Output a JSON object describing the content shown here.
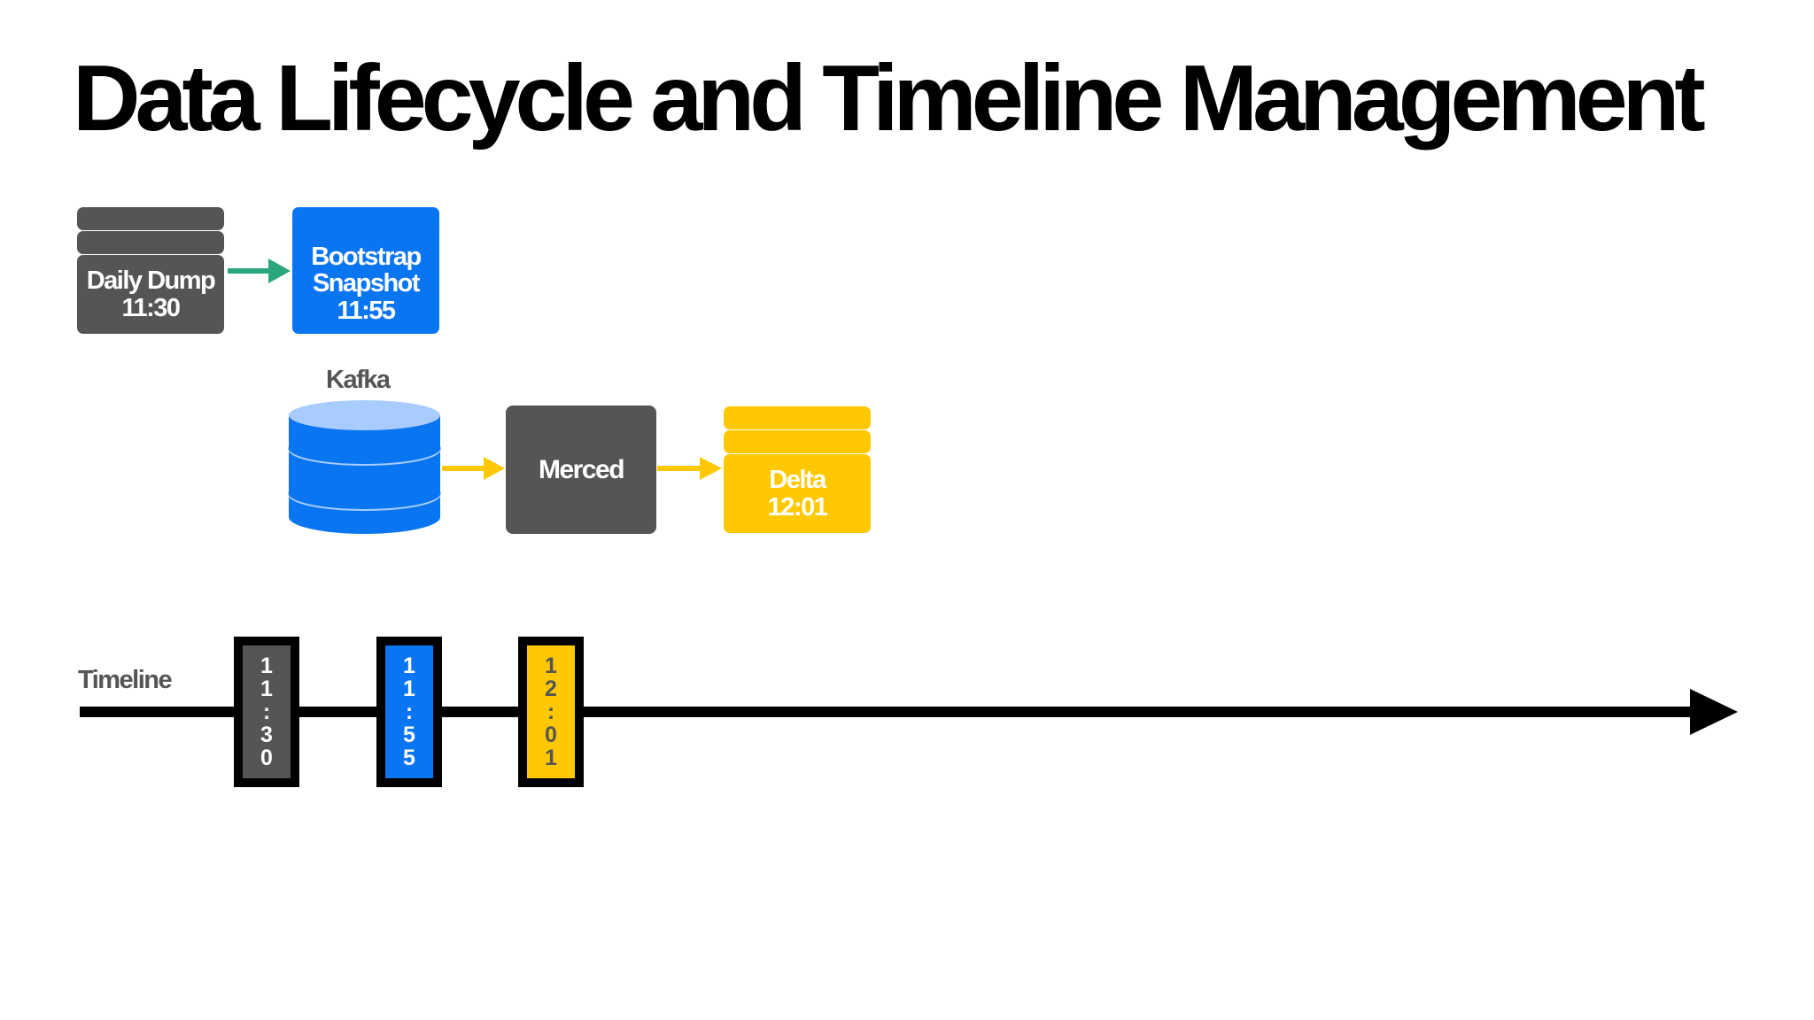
{
  "title": "Data Lifecycle and Timeline Management",
  "colors": {
    "gray": "#555555",
    "blue": "#0a75f0",
    "blue_light": "#a8ccff",
    "yellow": "#ffc800",
    "green_arrow": "#2aa67c",
    "black": "#000000"
  },
  "daily_dump": {
    "line1": "Daily Dump",
    "line2": "11:30"
  },
  "bootstrap": {
    "line1": "Bootstrap",
    "line2": "Snapshot",
    "line3": "11:55"
  },
  "kafka": {
    "label": "Kafka"
  },
  "merced": {
    "label": "Merced"
  },
  "delta": {
    "line1": "Delta",
    "line2": "12:01"
  },
  "timeline": {
    "label": "Timeline",
    "markers": [
      {
        "time": "11:30",
        "color": "#555555",
        "text_color": "#ffffff"
      },
      {
        "time": "11:55",
        "color": "#0a75f0",
        "text_color": "#ffffff"
      },
      {
        "time": "12:01",
        "color": "#ffc800",
        "text_color": "#555555"
      }
    ]
  }
}
